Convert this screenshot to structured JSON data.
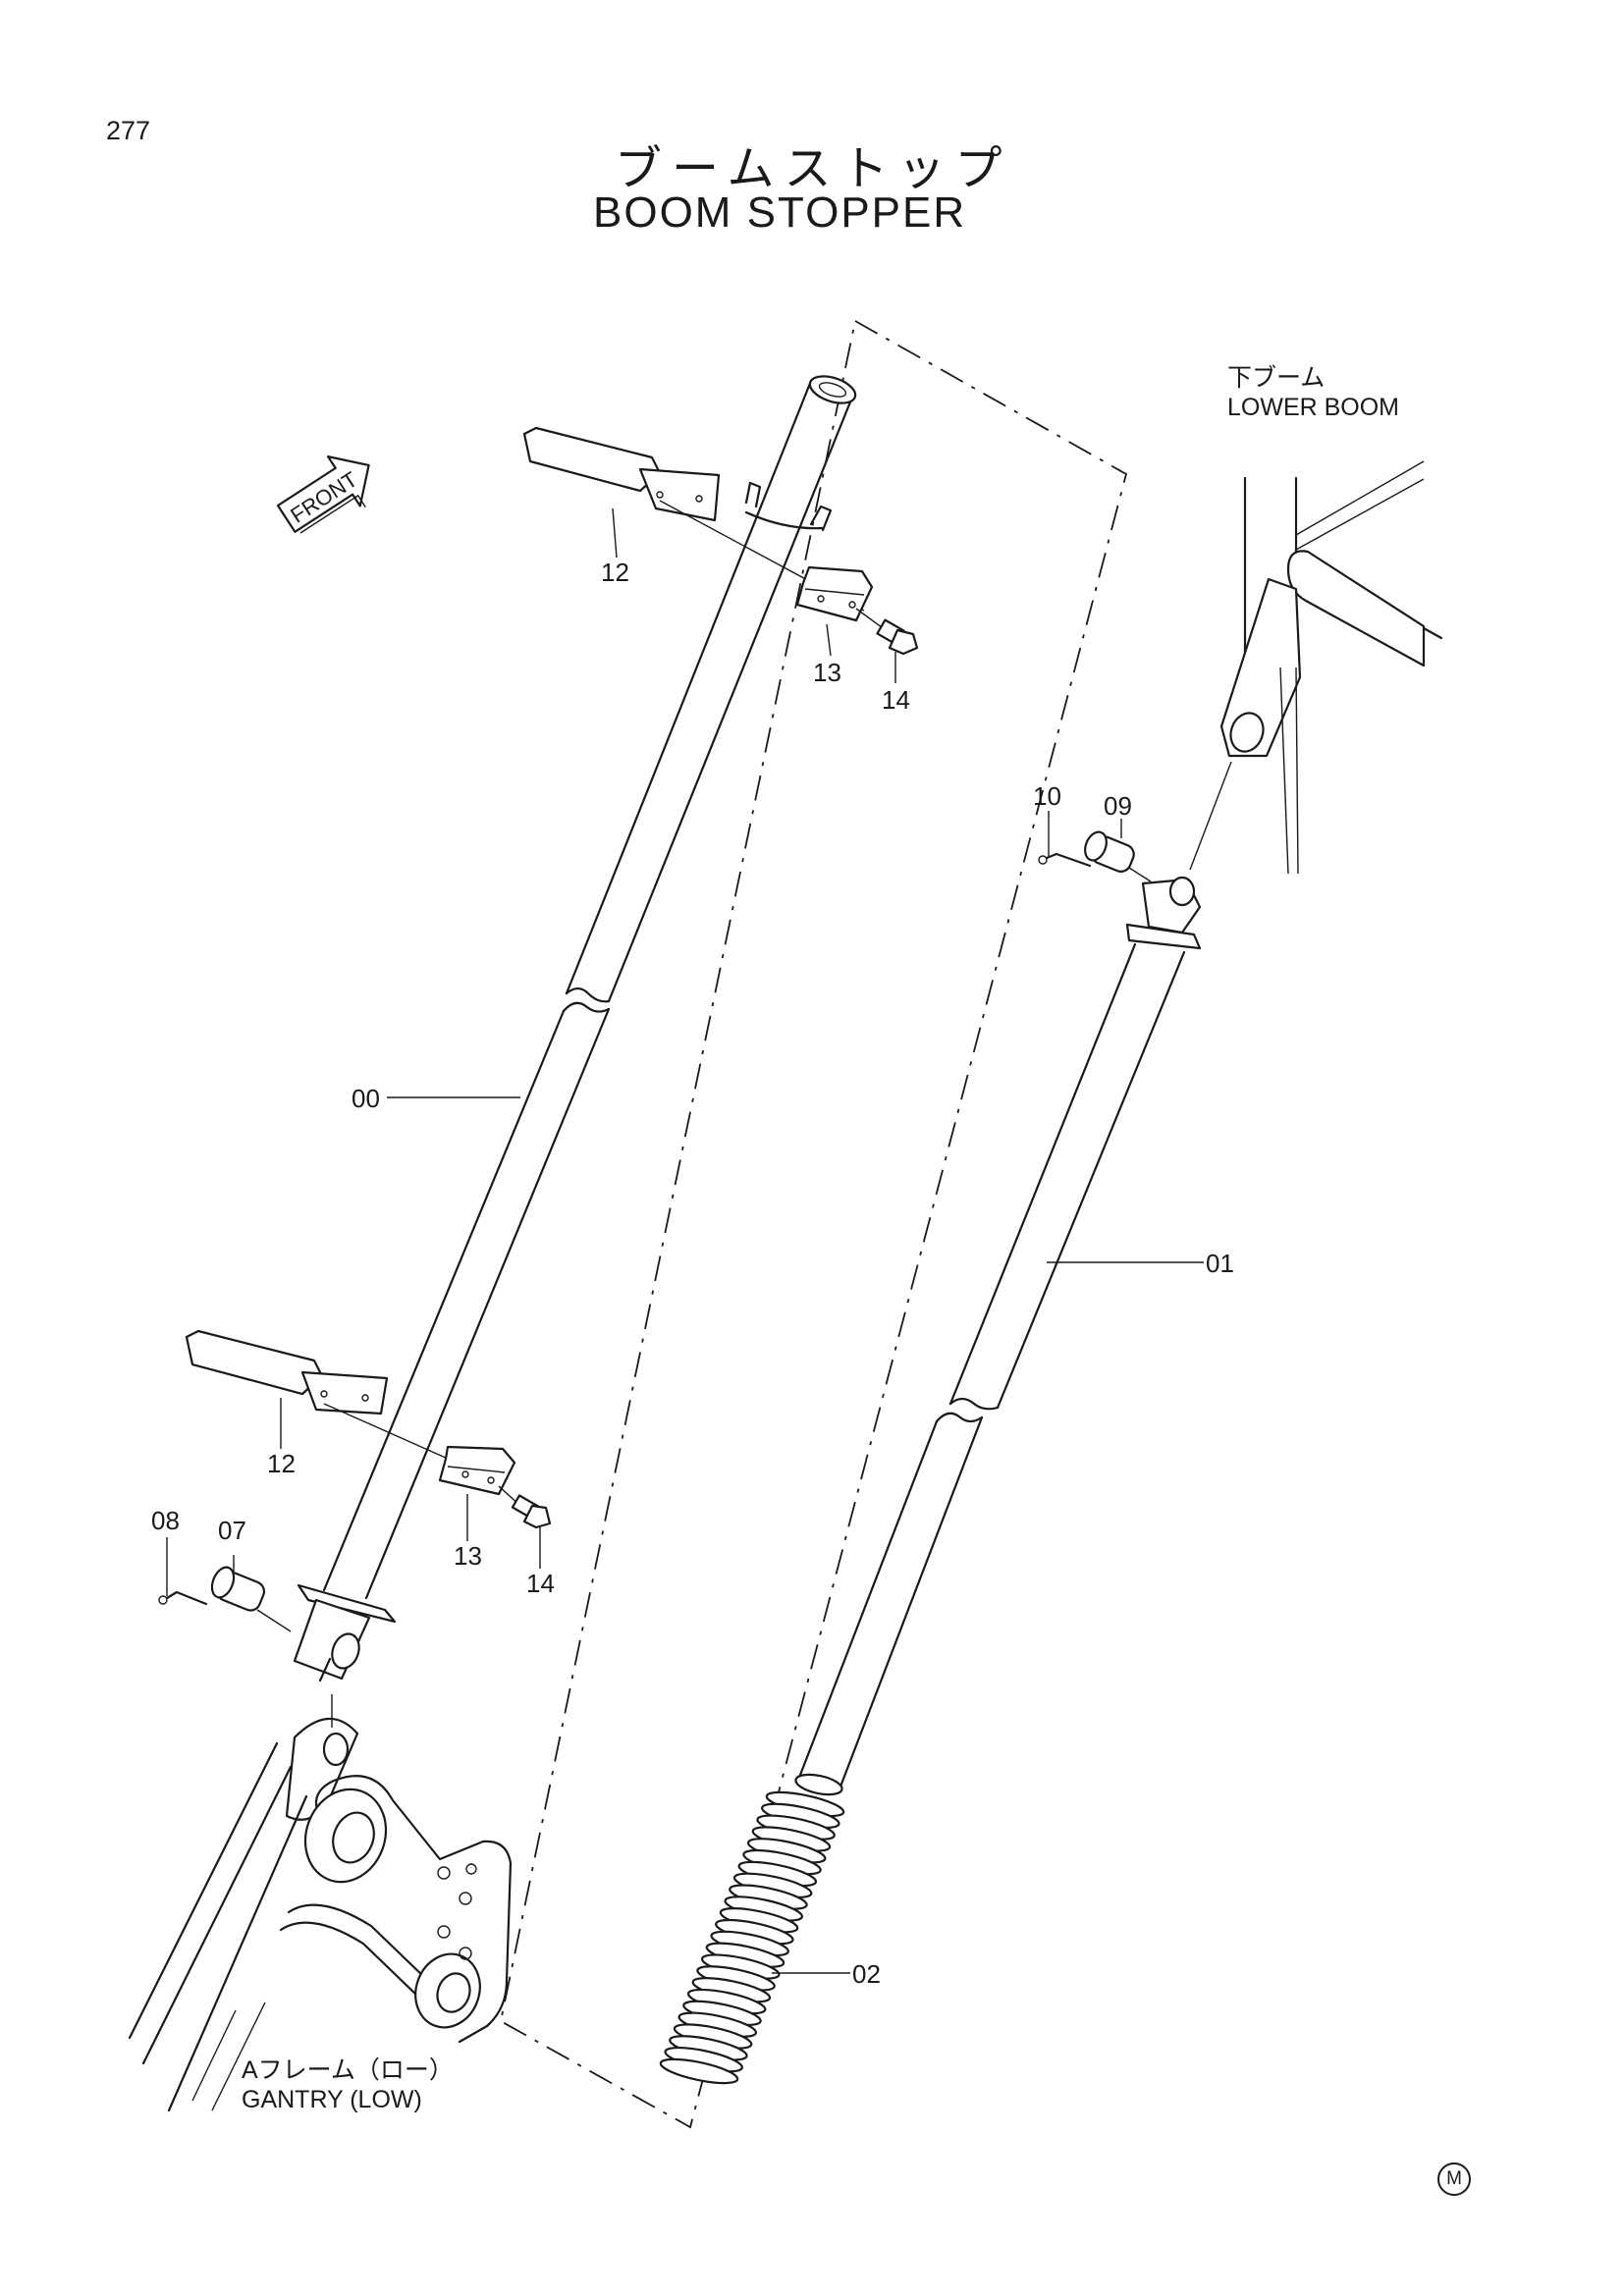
{
  "page_number": "277",
  "title": {
    "ja": "ブームストップ",
    "en": "BOOM STOPPER"
  },
  "front_label": "FRONT",
  "assembly_labels": {
    "lower_boom": {
      "ja": "下ブーム",
      "en": "LOWER BOOM"
    },
    "gantry": {
      "ja": "Aフレーム（ロー）",
      "en": "GANTRY (LOW)"
    }
  },
  "callouts": {
    "c00": "00",
    "c01": "01",
    "c02": "02",
    "c07": "07",
    "c08": "08",
    "c09": "09",
    "c10": "10",
    "c12a": "12",
    "c12b": "12",
    "c13a": "13",
    "c13b": "13",
    "c14a": "14",
    "c14b": "14"
  },
  "mark": "M"
}
